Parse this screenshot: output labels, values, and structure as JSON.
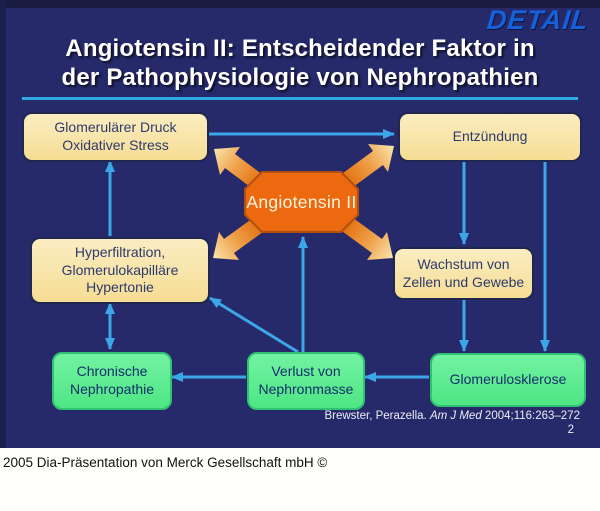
{
  "slide": {
    "logo": "DETAIL",
    "title_line1": "Angiotensin II: Entscheidender Faktor in",
    "title_line2": "der Pathophysiologie von Nephropathien",
    "boxes": {
      "glomerular": {
        "line1": "Glomerulärer Druck",
        "line2": "Oxidativer Stress"
      },
      "entzuendung": {
        "label": "Entzündung"
      },
      "angiotensin": {
        "label": "Angiotensin II"
      },
      "hyperfiltration": {
        "line1": "Hyperfiltration,",
        "line2": "Glomerulokapilläre",
        "line3": "Hypertonie"
      },
      "wachstum": {
        "line1": "Wachstum von",
        "line2": "Zellen und Gewebe"
      },
      "chronische": {
        "line1": "Chronische",
        "line2": "Nephropathie"
      },
      "verlust": {
        "line1": "Verlust von",
        "line2": "Nephronmasse"
      },
      "glomerulosklerose": {
        "label": "Glomerulosklerose"
      }
    },
    "edges": [
      {
        "from": "glomerulaerer-druck-oxidativer-stress",
        "to": "entzuendung"
      },
      {
        "from": "entzuendung",
        "to": "wachstum-von-zellen-und-gewebe"
      },
      {
        "from": "wachstum-von-zellen-und-gewebe",
        "to": "glomerulosklerose"
      },
      {
        "from": "entzuendung",
        "to": "glomerulosklerose"
      },
      {
        "from": "glomerulosklerose",
        "to": "verlust-von-nephronmasse"
      },
      {
        "from": "verlust-von-nephronmasse",
        "to": "chronische-nephropathie"
      },
      {
        "from": "verlust-von-nephronmasse",
        "to": "angiotensin-ii"
      },
      {
        "from": "verlust-von-nephronmasse",
        "to": "hyperfiltration-glomerulokapillaere-hypertonie"
      },
      {
        "from": "hyperfiltration-glomerulokapillaere-hypertonie",
        "to": "glomerulaerer-druck-oxidativer-stress"
      },
      {
        "from": "hyperfiltration-glomerulokapillaere-hypertonie",
        "to": "chronische-nephropathie",
        "bidirectional": true
      },
      {
        "from": "angiotensin-ii",
        "to": "surrounding-factors",
        "type": "radiating-block-arrows"
      }
    ],
    "citation": {
      "authors": "Brewster, Perazella.",
      "journal": "Am J Med",
      "ref": "2004;116:263–272",
      "page": "2"
    },
    "colors": {
      "background": "#262A6B",
      "arrow_blue": "#3BA6E8",
      "box_cream": "#F8E5A6",
      "box_green": "#5BEB8D",
      "center_orange": "#ED6B10",
      "logo_blue": "#1660D8",
      "title_rule": "#2FA9E2"
    }
  },
  "footer": {
    "text": "2005 Dia-Präsentation von Merck Gesellschaft mbH ©"
  }
}
